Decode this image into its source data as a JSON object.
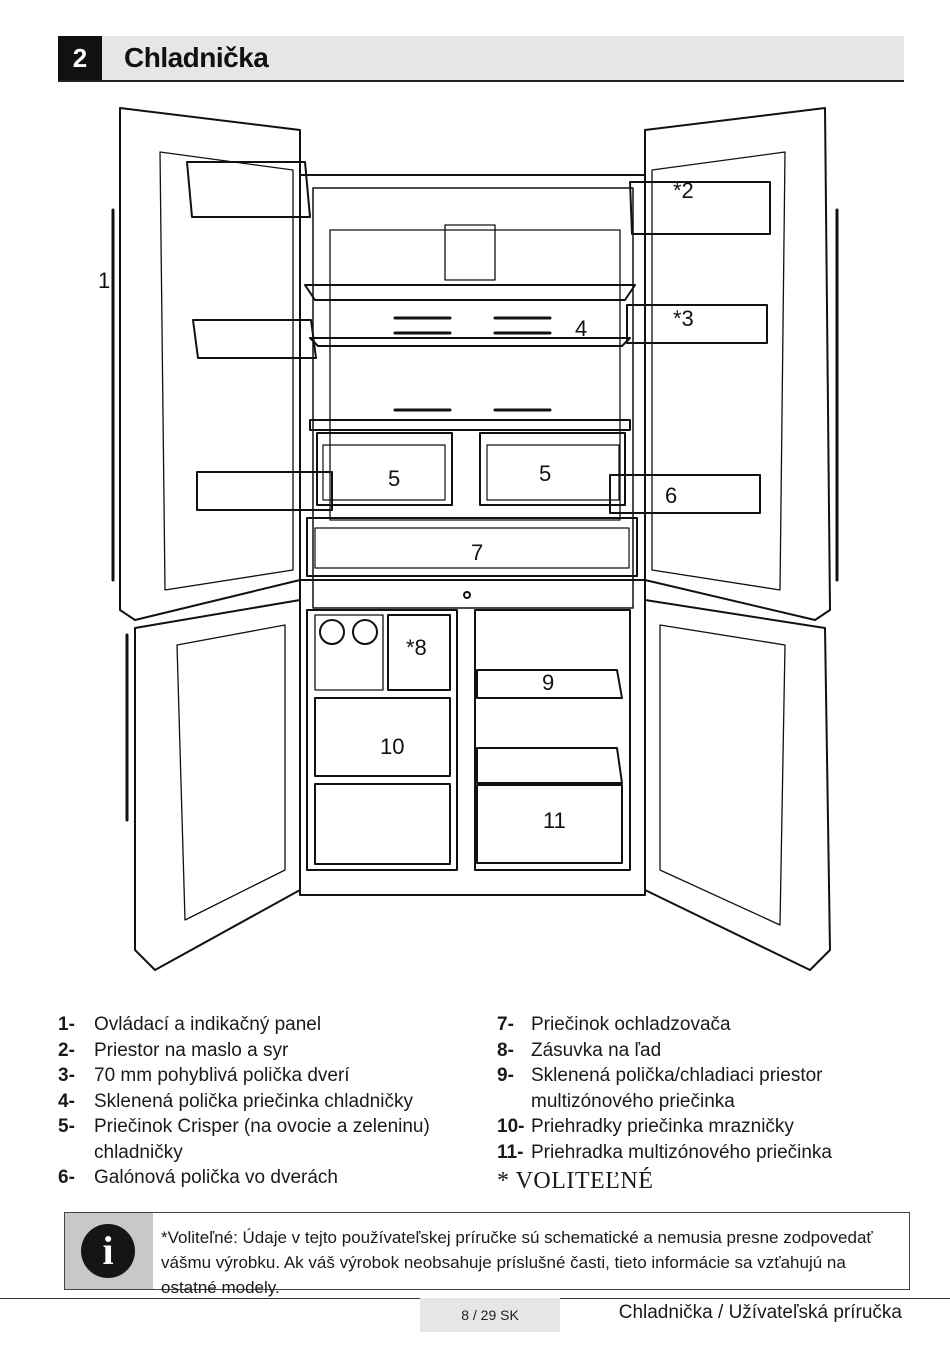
{
  "header": {
    "number": "2",
    "title": "Chladnička"
  },
  "diagram": {
    "callouts": [
      {
        "id": "1",
        "label": "1"
      },
      {
        "id": "2",
        "label": "*2"
      },
      {
        "id": "3",
        "label": "*3"
      },
      {
        "id": "4",
        "label": "4"
      },
      {
        "id": "5a",
        "label": "5"
      },
      {
        "id": "5b",
        "label": "5"
      },
      {
        "id": "6",
        "label": "6"
      },
      {
        "id": "7",
        "label": "7"
      },
      {
        "id": "8",
        "label": "*8"
      },
      {
        "id": "9",
        "label": "9"
      },
      {
        "id": "10",
        "label": "10"
      },
      {
        "id": "11",
        "label": "11"
      }
    ]
  },
  "legend": {
    "left": [
      {
        "num": "1-",
        "text": "Ovládací a indikačný panel"
      },
      {
        "num": "2-",
        "text": "Priestor na maslo a syr"
      },
      {
        "num": "3-",
        "text": "70 mm pohyblivá polička dverí"
      },
      {
        "num": "4-",
        "text": "Sklenená polička priečinka chladničky"
      },
      {
        "num": "5-",
        "text": "Priečinok Crisper (na ovocie a zeleninu) chladničky"
      },
      {
        "num": "6-",
        "text": "Galónová polička vo dverách"
      }
    ],
    "right": [
      {
        "num": "7-",
        "text": "Priečinok ochladzovača"
      },
      {
        "num": "8-",
        "text": "Zásuvka na ľad"
      },
      {
        "num": "9-",
        "text": "Sklenená polička/chladiaci priestor multizónového priečinka"
      },
      {
        "num": "10-",
        "text": "Priehradky priečinka mrazničky"
      },
      {
        "num": "11-",
        "text": "Priehradka multizónového priečinka"
      }
    ],
    "optional": "* VOLITEĽNÉ"
  },
  "note": {
    "icon": "info-icon",
    "icon_glyph": "i",
    "text": "*Voliteľné: Údaje v tejto používateľskej príručke sú schematické a nemusia presne zodpovedať vášmu výrobku. Ak váš výrobok neobsahuje príslušné časti, tieto informácie sa vzťahujú na ostatné modely."
  },
  "footer": {
    "page": "8 / 29  SK",
    "title": "Chladnička / Užívateľská príručka"
  }
}
